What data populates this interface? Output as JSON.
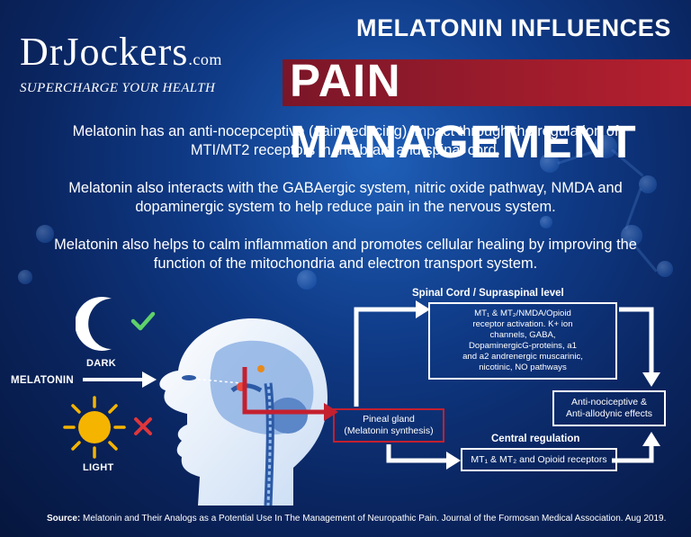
{
  "logo": {
    "brand": "DrJockers",
    "domain": ".com",
    "tagline": "Supercharge Your Health"
  },
  "title": {
    "supertitle": "MELATONIN INFLUENCES",
    "main": "PAIN MANAGEMENT"
  },
  "paragraphs": [
    "Melatonin has an anti-nocepceptive (pain reducing) impact through the regulation of MTI/MT2 receptors in the brain and spinal cord.",
    "Melatonin also interacts with the GABAergic system, nitric oxide pathway, NMDA and dopaminergic system to help reduce pain in the nervous system.",
    "Melatonin also helps to calm inflammation and promotes cellular healing by improving the function of the mitochondria and electron transport system."
  ],
  "diagram": {
    "dark_label": "DARK",
    "light_label": "LIGHT",
    "melatonin_label": "MELATONIN",
    "pineal_box": [
      "Pineal gland",
      "(Melatonin synthesis)"
    ],
    "spinal_title": "Spinal Cord / Supraspinal level",
    "spinal_box": [
      "MT₁ & MT₂/NMDA/Opioid",
      "receptor activation. K+ ion",
      "channels, GABA,",
      "DopaminergicG-proteins, a1",
      "and a2 andrenergic muscarinic,",
      "nicotinic, NO pathways"
    ],
    "central_title": "Central regulation",
    "central_box": "MT₁ & MT₂ and Opioid receptors",
    "effects_box": [
      "Anti-nociceptive &",
      "Anti-allodynic effects"
    ]
  },
  "source": {
    "label": "Source:",
    "text": "Melatonin and Their Analogs as a Potential Use In The Management of Neuropathic Pain. Journal of the Formosan Medical Association. Aug 2019."
  },
  "colors": {
    "accent_red": "#c4202f",
    "check_green": "#5fd06a",
    "x_red": "#e0363b",
    "sun_yellow": "#f5b400"
  }
}
